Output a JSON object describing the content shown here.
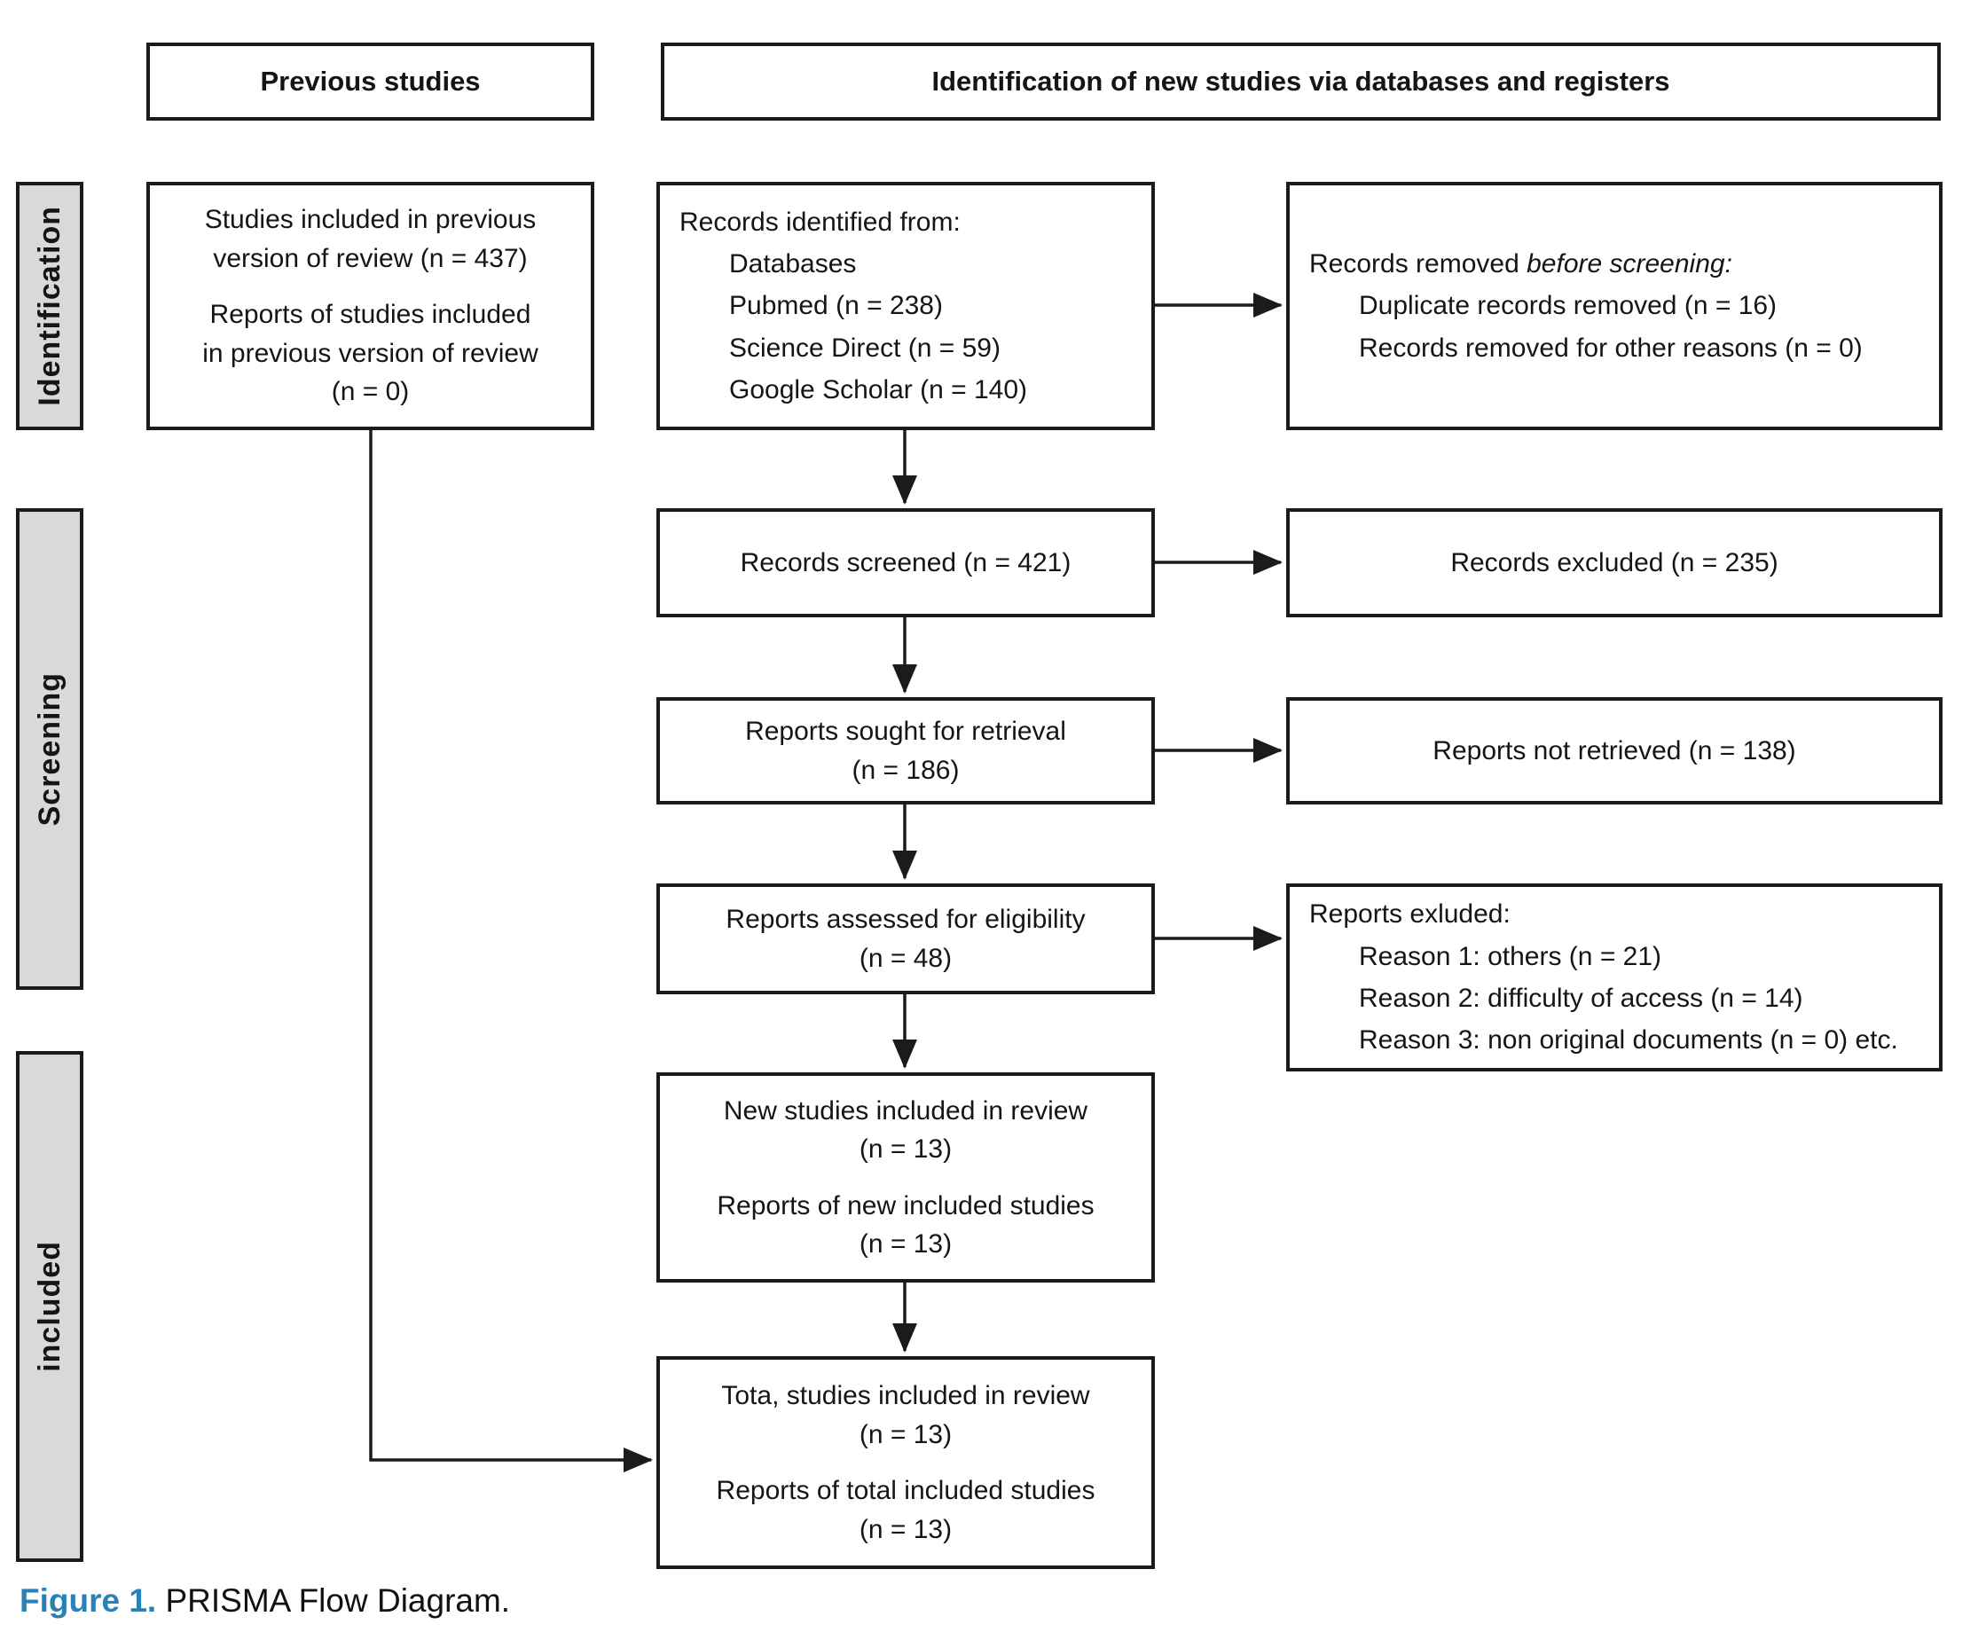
{
  "figure": {
    "caption_label": "Figure 1.",
    "caption_text": " PRISMA Flow Diagram."
  },
  "headers": {
    "previous_studies": "Previous studies",
    "new_studies": "Identification of new studies via databases and registers"
  },
  "sidebar": {
    "identification": "Identification",
    "screening": "Screening",
    "included": "included"
  },
  "colors": {
    "border": "#1b1b1b",
    "bar_fill": "#d9d9d9",
    "caption_accent": "#2a81b8"
  },
  "boxes": {
    "previous_included": {
      "para1_lines": [
        "Studies included in previous",
        "version of review (n = 437)"
      ],
      "para2_lines": [
        "Reports of studies included",
        "in previous version of review",
        "(n = 0)"
      ]
    },
    "records_identified": {
      "title": "Records identified from:",
      "items": [
        "Databases",
        "Pubmed (n = 238)",
        "Science Direct (n = 59)",
        "Google Scholar (n = 140)"
      ]
    },
    "records_removed": {
      "title_prefix": "Records removed ",
      "title_italic": "before screening:",
      "items": [
        "Duplicate records removed (n = 16)",
        "Records removed for other reasons (n = 0)"
      ]
    },
    "records_screened": {
      "label": "Records screened (n = 421)"
    },
    "records_excluded": {
      "label": "Records excluded (n = 235)"
    },
    "reports_sought": {
      "lines": [
        "Reports sought for retrieval",
        "(n = 186)"
      ]
    },
    "reports_not_retrieved": {
      "label": "Reports not retrieved (n = 138)"
    },
    "reports_assessed": {
      "lines": [
        "Reports assessed for eligibility",
        "(n = 48)"
      ]
    },
    "reports_excluded": {
      "title": "Reports exluded:",
      "items": [
        "Reason 1: others (n = 21)",
        "Reason 2: difficulty of access (n = 14)",
        "Reason 3: non original documents (n = 0) etc."
      ]
    },
    "new_studies": {
      "para1_lines": [
        "New studies included in review",
        "(n = 13)"
      ],
      "para2_lines": [
        "Reports of new included studies",
        "(n = 13)"
      ]
    },
    "total_included": {
      "para1_lines": [
        "Tota, studies included in review",
        "(n = 13)"
      ],
      "para2_lines": [
        "Reports of total included studies",
        "(n = 13)"
      ]
    }
  }
}
